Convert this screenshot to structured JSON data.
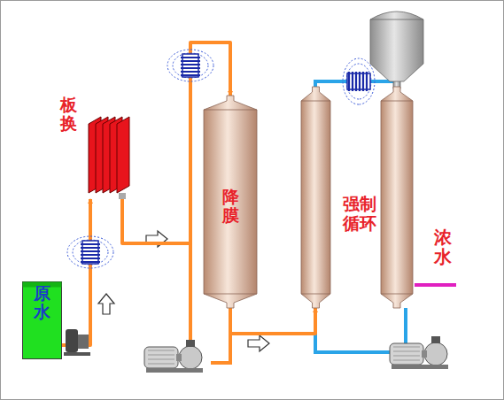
{
  "diagram": {
    "nodes": [
      {
        "text": [
          "原水"
        ]
      },
      {
        "text": [
          "板换"
        ]
      },
      {
        "text": [
          "降膜"
        ]
      },
      {
        "text": [
          "强制循环"
        ]
      }
    ],
    "edges": [
      {
        "from": 0,
        "to": 1,
        "arrow": "to"
      },
      {
        "from": 1,
        "to": 2,
        "arrow": "to"
      },
      {
        "from": 2,
        "to": 3,
        "arrow": "to"
      }
    ],
    "labels": [
      "浓水"
    ]
  }
}
